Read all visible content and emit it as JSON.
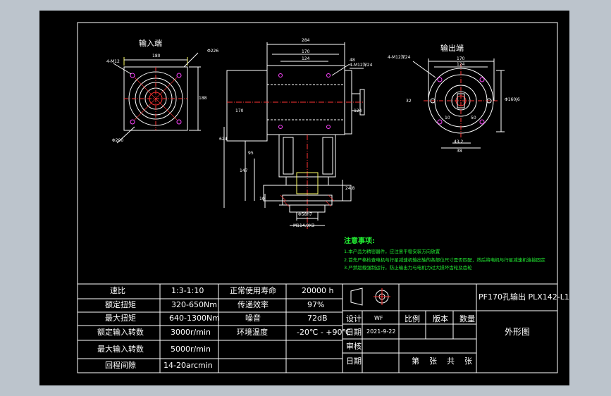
{
  "views": {
    "input_label": "输入端",
    "output_label": "输出端"
  },
  "dims": {
    "d180": "180",
    "d4m12": "4-M12",
    "d226": "Φ226",
    "d188": "188",
    "d200": "Φ200",
    "d284": "284",
    "d170": "170",
    "d124": "124",
    "d48": "48",
    "d4m12h": "4-M12深24",
    "d170b": "170",
    "d124b": "124",
    "d4m12out": "4-M12深24",
    "d170o": "170",
    "d124o": "124",
    "d160j6": "Φ160j6",
    "d43": "43.2",
    "d38": "38",
    "d32": "32",
    "d10": "10",
    "d50": "50",
    "d624": "624",
    "d147": "147",
    "d95": "95",
    "d248": "24.8",
    "d10b": "10",
    "dbot1": "Φ58h7",
    "dbot2": "M114.9X3"
  },
  "notes": {
    "title": "注意事项:",
    "items": [
      "1.本产品为精密器件，应注意平稳安装方向放置",
      "2.首先严格检查电机与行星减速机输出轴的各部位尺寸是否匹配，然后将电机与行星减速机连接固定",
      "3.严禁超载强制运行，防止输出力与电机力过大损坏齿轮及齿轮"
    ]
  },
  "spec_table": {
    "rows": [
      [
        "速比",
        "1:3-1:10",
        "正常使用寿命",
        "20000 h"
      ],
      [
        "额定扭矩",
        "320-650Nm",
        "传递效率",
        "97%"
      ],
      [
        "最大扭矩",
        "640-1300Nm",
        "噪音",
        "72dB"
      ],
      [
        "额定输入转数",
        "3000r/min",
        "环境温度",
        "-20℃ - +90℃"
      ],
      [
        "最大输入转数",
        "5000r/min",
        "",
        ""
      ],
      [
        "回程间隙",
        "14-20arcmin",
        "",
        ""
      ]
    ]
  },
  "title_block": {
    "model": "PF170孔输出 PLX142-L1",
    "drawing_name": "外形图",
    "design_label": "设计",
    "designer": "WF",
    "date_label": "日期",
    "date": "2021-9-22",
    "scale_label": "比例",
    "version_label": "版本",
    "qty_label": "数量",
    "review_label": "审核",
    "date_label2": "日期",
    "sheet_text": "第    张    共    张"
  }
}
